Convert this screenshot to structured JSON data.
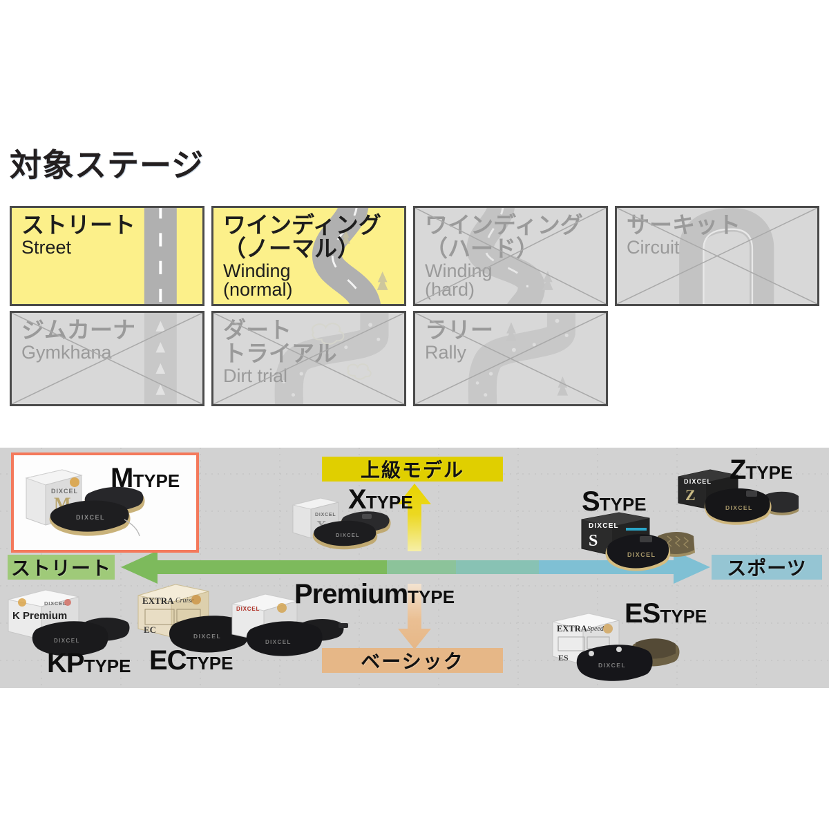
{
  "section": {
    "title": "対象ステージ"
  },
  "stages": [
    {
      "id": "street",
      "jp": "ストリート",
      "en": "Street",
      "active": true,
      "art": "straight-road"
    },
    {
      "id": "winding-n",
      "jp": "ワインディング\n（ノーマル）",
      "en": "Winding\n(normal)",
      "active": true,
      "art": "winding-road"
    },
    {
      "id": "winding-h",
      "jp": "ワインディング\n（ハード）",
      "en": "Winding\n(hard)",
      "active": false,
      "art": "winding-hard"
    },
    {
      "id": "circuit",
      "jp": "サーキット",
      "en": "Circuit",
      "active": false,
      "art": "circuit-road"
    },
    {
      "id": "gymkhana",
      "jp": "ジムカーナ",
      "en": "Gymkhana",
      "active": false,
      "art": "cone-road"
    },
    {
      "id": "dirt",
      "jp": "ダート\nトライアル",
      "en": "Dirt trial",
      "active": false,
      "art": "dirt-road"
    },
    {
      "id": "rally",
      "jp": "ラリー",
      "en": "Rally",
      "active": false,
      "art": "rally-road"
    }
  ],
  "lineup": {
    "banners": {
      "top": "上級モデル",
      "bottom": "ベーシック",
      "left": "ストリート",
      "right": "スポーツ"
    },
    "products": [
      {
        "id": "m",
        "name": "M",
        "suffix": "TYPE",
        "highlighted": true
      },
      {
        "id": "x",
        "name": "X",
        "suffix": "TYPE",
        "highlighted": false
      },
      {
        "id": "s",
        "name": "S",
        "suffix": "TYPE",
        "highlighted": false
      },
      {
        "id": "z",
        "name": "Z",
        "suffix": "TYPE",
        "highlighted": false
      },
      {
        "id": "kp",
        "name": "KP",
        "suffix": "TYPE",
        "highlighted": false
      },
      {
        "id": "ec",
        "name": "EC",
        "suffix": "TYPE",
        "highlighted": false
      },
      {
        "id": "premium",
        "name": "Premium",
        "suffix": "TYPE",
        "highlighted": false
      },
      {
        "id": "es",
        "name": "ES",
        "suffix": "TYPE",
        "highlighted": false
      }
    ],
    "box_labels": {
      "kp_box": "K Premium",
      "ec_box": "EXTRA Cruise",
      "ec_box_sub": "EC",
      "es_box": "EXTRA Speed",
      "es_box_sub": "ES",
      "brand": "DIXCEL"
    }
  },
  "colors": {
    "stage_active": "#fcf08a",
    "stage_disabled": "#d8d8d8",
    "stage_border": "#4b4b4b",
    "panel_bg": "#d2d2d2",
    "highlight_border": "#f4795b",
    "banner_top": "#e0cf00",
    "banner_bottom": "#e6b787",
    "banner_street": "#9fca79",
    "banner_sports": "#95c5d3",
    "arrow_up": "#e8d400",
    "arrow_down": "#e6b787",
    "arrow_left": "#7dba5c",
    "arrow_right": "#7fc0d4"
  }
}
